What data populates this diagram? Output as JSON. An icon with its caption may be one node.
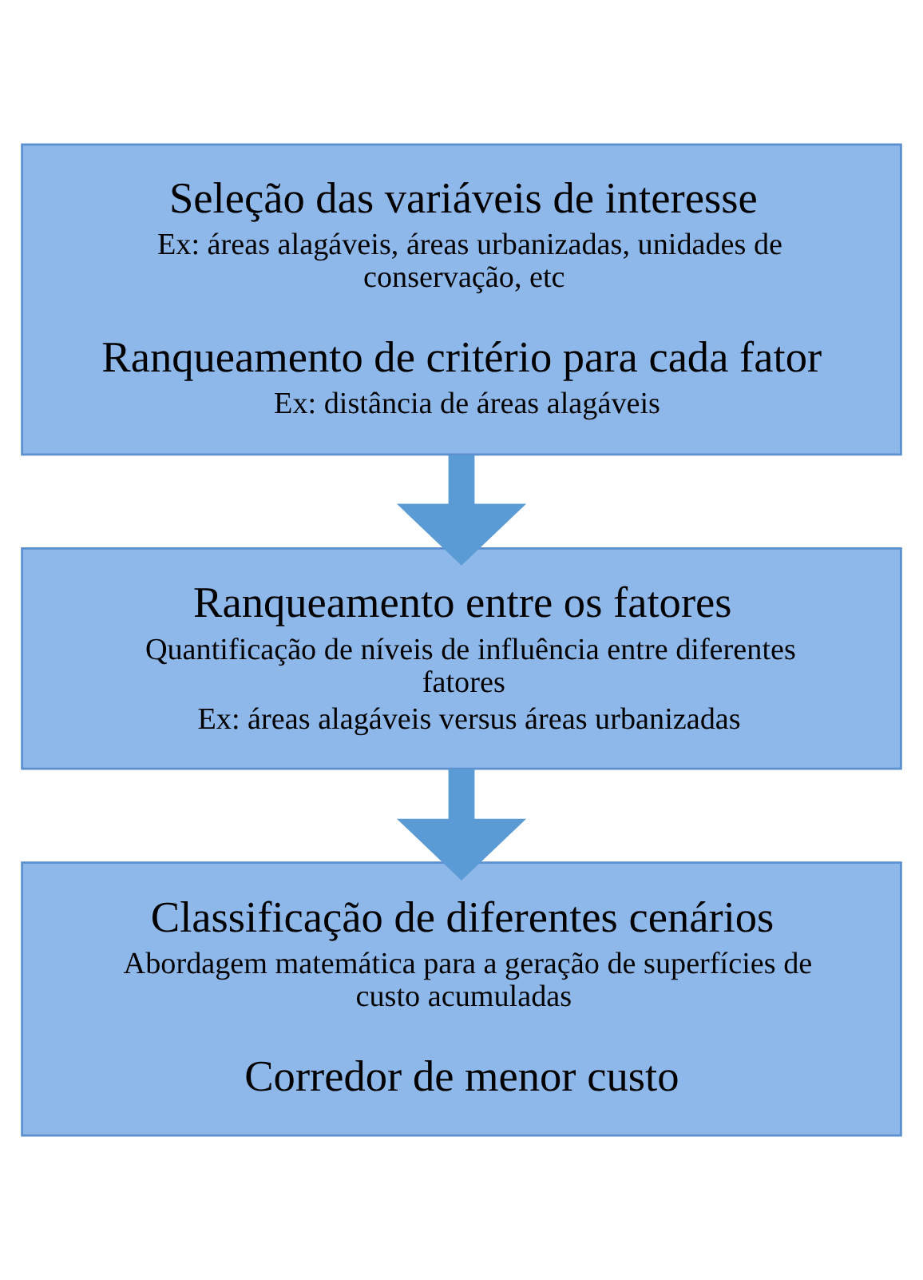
{
  "diagram": {
    "nodes": [
      {
        "text": [
          "Seleção das variáveis de interesse",
          "Ex: áreas alagáveis, áreas urbanizadas, unidades de conservação, etc",
          "Ranqueamento de critério para cada fator",
          "Ex: distância de áreas alagáveis"
        ]
      },
      {
        "text": [
          "Ranqueamento entre os fatores",
          "Quantificação de níveis de influência entre diferentes fatores",
          "Ex: áreas alagáveis versus áreas urbanizadas"
        ]
      },
      {
        "text": [
          "Classificação de diferentes cenários",
          "Abordagem matemática para a geração de superfícies de custo acumuladas",
          "Corredor de menor custo"
        ]
      }
    ],
    "edges": [
      {
        "from": 0,
        "to": 1,
        "arrow": "to"
      },
      {
        "from": 1,
        "to": 2,
        "arrow": "to"
      }
    ]
  }
}
